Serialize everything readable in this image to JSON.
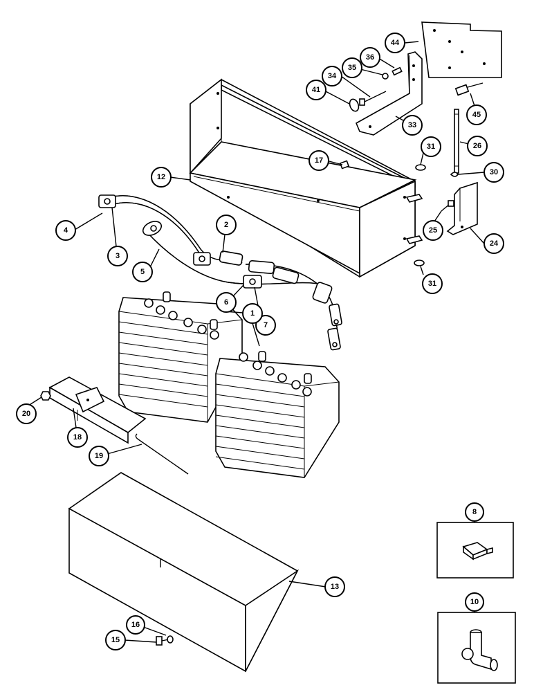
{
  "colors": {
    "ink": "#000000",
    "paper": "#ffffff",
    "callout_fill": "#ffffff"
  },
  "callouts": [
    {
      "id": "44",
      "label": "44"
    },
    {
      "id": "36",
      "label": "36"
    },
    {
      "id": "35",
      "label": "35"
    },
    {
      "id": "34",
      "label": "34"
    },
    {
      "id": "41",
      "label": "41"
    },
    {
      "id": "45",
      "label": "45"
    },
    {
      "id": "33",
      "label": "33"
    },
    {
      "id": "26",
      "label": "26"
    },
    {
      "id": "17",
      "label": "17"
    },
    {
      "id": "31a",
      "label": "31"
    },
    {
      "id": "30",
      "label": "30"
    },
    {
      "id": "12",
      "label": "12"
    },
    {
      "id": "2",
      "label": "2"
    },
    {
      "id": "4",
      "label": "4"
    },
    {
      "id": "25",
      "label": "25"
    },
    {
      "id": "24",
      "label": "24"
    },
    {
      "id": "3",
      "label": "3"
    },
    {
      "id": "5",
      "label": "5"
    },
    {
      "id": "31b",
      "label": "31"
    },
    {
      "id": "6",
      "label": "6"
    },
    {
      "id": "7",
      "label": "7"
    },
    {
      "id": "1",
      "label": "1"
    },
    {
      "id": "20",
      "label": "20"
    },
    {
      "id": "18",
      "label": "18"
    },
    {
      "id": "19",
      "label": "19"
    },
    {
      "id": "8",
      "label": "8"
    },
    {
      "id": "13",
      "label": "13"
    },
    {
      "id": "10",
      "label": "10"
    },
    {
      "id": "16",
      "label": "16"
    },
    {
      "id": "15",
      "label": "15"
    }
  ],
  "detail_insets": [
    {
      "id": "8",
      "icon": "wire-clip-icon"
    },
    {
      "id": "10",
      "icon": "elbow-connector-icon"
    }
  ]
}
